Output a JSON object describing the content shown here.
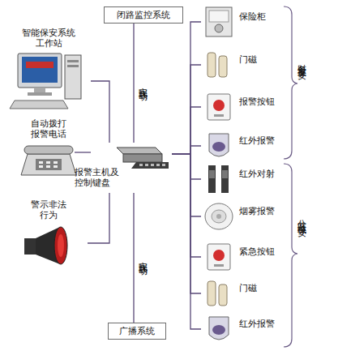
{
  "diagram": {
    "nodes": [
      {
        "text": [
          "闭路监控系统"
        ]
      },
      {
        "text": [
          "智能保安系统 工作站"
        ]
      },
      {
        "text": [
          "自动拨打 报警电话"
        ]
      },
      {
        "text": [
          "报警主机及 控制键盘"
        ]
      },
      {
        "text": [
          "警示非法 行为"
        ]
      },
      {
        "text": [
          "广播系统"
        ]
      },
      {
        "text": [
          "保险柜"
        ]
      },
      {
        "text": [
          "门磁"
        ]
      },
      {
        "text": [
          "报警按钮"
        ]
      },
      {
        "text": [
          "红外报警"
        ]
      },
      {
        "text": [
          "红外对射"
        ]
      },
      {
        "text": [
          "烟雾报警"
        ]
      },
      {
        "text": [
          "紧急按钮"
        ]
      },
      {
        "text": [
          "门磁"
        ]
      },
      {
        "text": [
          "红外报警"
        ]
      }
    ],
    "edges": [
      {
        "from": 0,
        "to": 3,
        "label": "实现联动",
        "arrow": "none"
      },
      {
        "from": 1,
        "to": 3,
        "arrow": "none"
      },
      {
        "from": 2,
        "to": 3,
        "arrow": "none"
      },
      {
        "from": 4,
        "to": 3,
        "arrow": "none"
      },
      {
        "from": 3,
        "to": 5,
        "label": "实现联动",
        "arrow": "none"
      },
      {
        "from": 3,
        "to": 6,
        "arrow": "none"
      },
      {
        "from": 3,
        "to": 7,
        "arrow": "none"
      },
      {
        "from": 3,
        "to": 8,
        "arrow": "none"
      },
      {
        "from": 3,
        "to": 9,
        "arrow": "none"
      },
      {
        "from": 3,
        "to": 10,
        "arrow": "none"
      },
      {
        "from": 3,
        "to": 11,
        "arrow": "none"
      },
      {
        "from": 3,
        "to": 12,
        "arrow": "none"
      },
      {
        "from": 3,
        "to": 13,
        "arrow": "none"
      },
      {
        "from": 3,
        "to": 14,
        "arrow": "none"
      }
    ],
    "labels": [
      "财务室保安",
      "公共区域保安"
    ]
  }
}
